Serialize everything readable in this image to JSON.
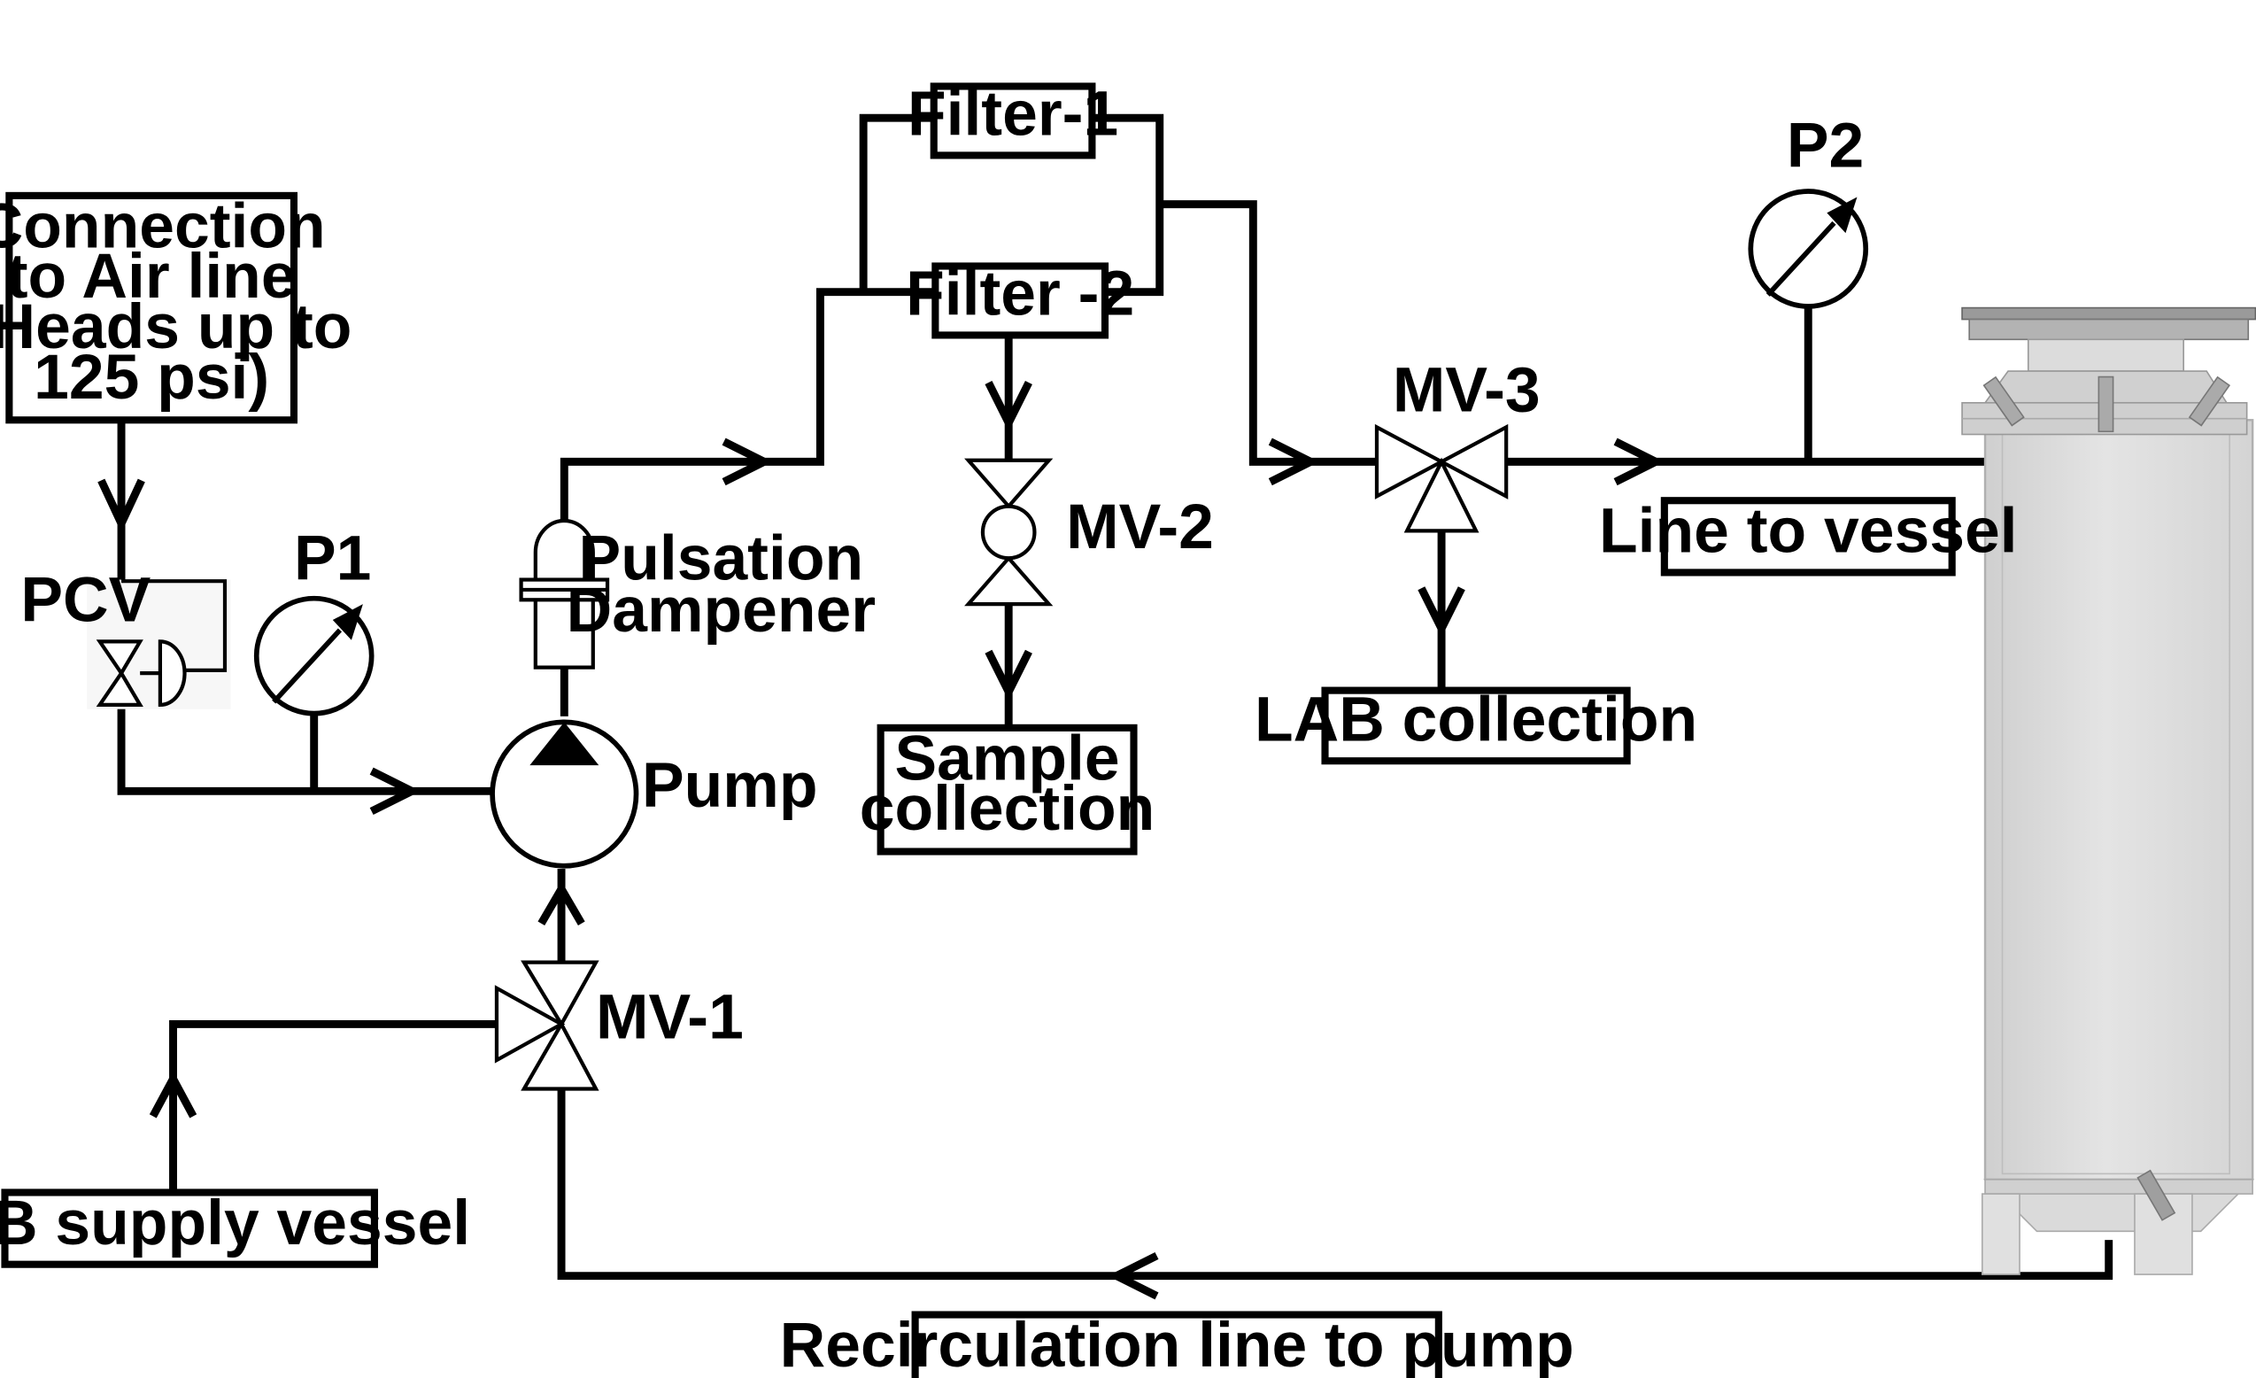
{
  "labels": {
    "air_connection": [
      "Connection",
      "to Air line",
      "( Heads up to",
      "125 psi)"
    ],
    "pcv": "PCV",
    "p1": "P1",
    "p2": "P2",
    "pulsation_dampener": [
      "Pulsation",
      "Dampener"
    ],
    "pump": "Pump",
    "filter_1": "Filter-1",
    "filter_2": "Filter -2",
    "mv1": "MV-1",
    "mv2": "MV-2",
    "mv3": "MV-3",
    "sample_collection": [
      "Sample",
      "collection"
    ],
    "lab_collection": "LAB collection",
    "line_to_vessel": "Line to vessel",
    "lab_supply_vessel": "LAB supply vessel",
    "recirculation_line": "Recirculation line to pump"
  }
}
